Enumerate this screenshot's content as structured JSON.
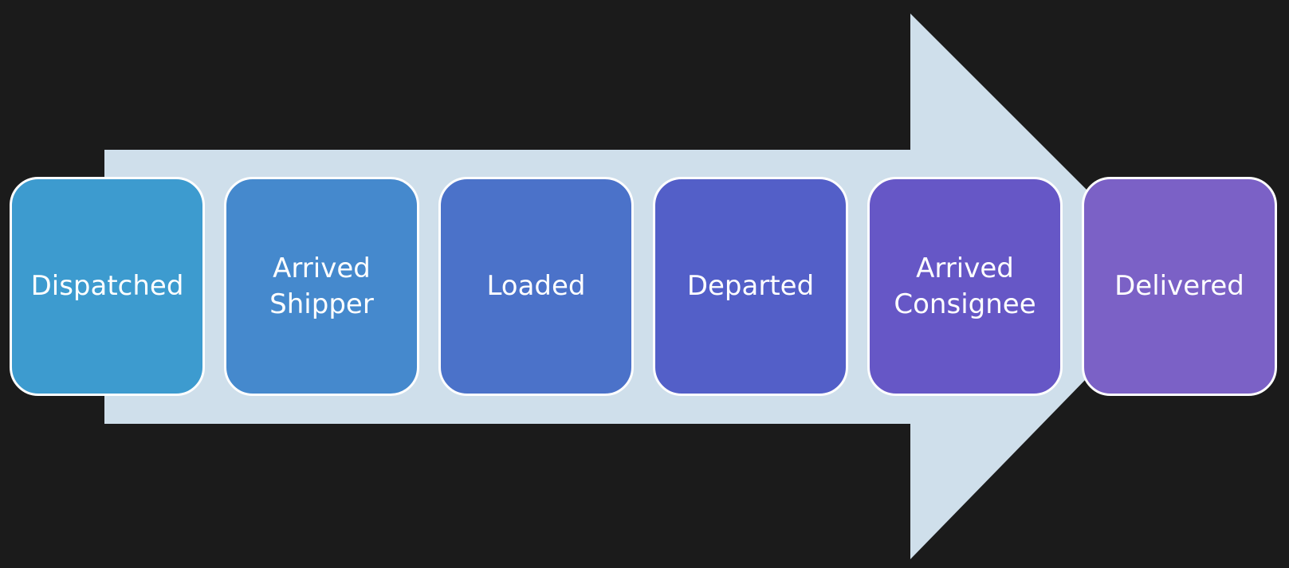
{
  "colors": {
    "background": "#1b1b1b",
    "arrow": "#cfdfeb",
    "stage_border": "#ffffff",
    "stage_text": "#ffffff"
  },
  "stages": [
    {
      "label": "Dispatched",
      "color": "#3d9bcf"
    },
    {
      "label": "Arrived\nShipper",
      "color": "#4589cd"
    },
    {
      "label": "Loaded",
      "color": "#4b72c9"
    },
    {
      "label": "Departed",
      "color": "#535fc8"
    },
    {
      "label": "Arrived\nConsignee",
      "color": "#6657c6"
    },
    {
      "label": "Delivered",
      "color": "#7b61c6"
    }
  ]
}
